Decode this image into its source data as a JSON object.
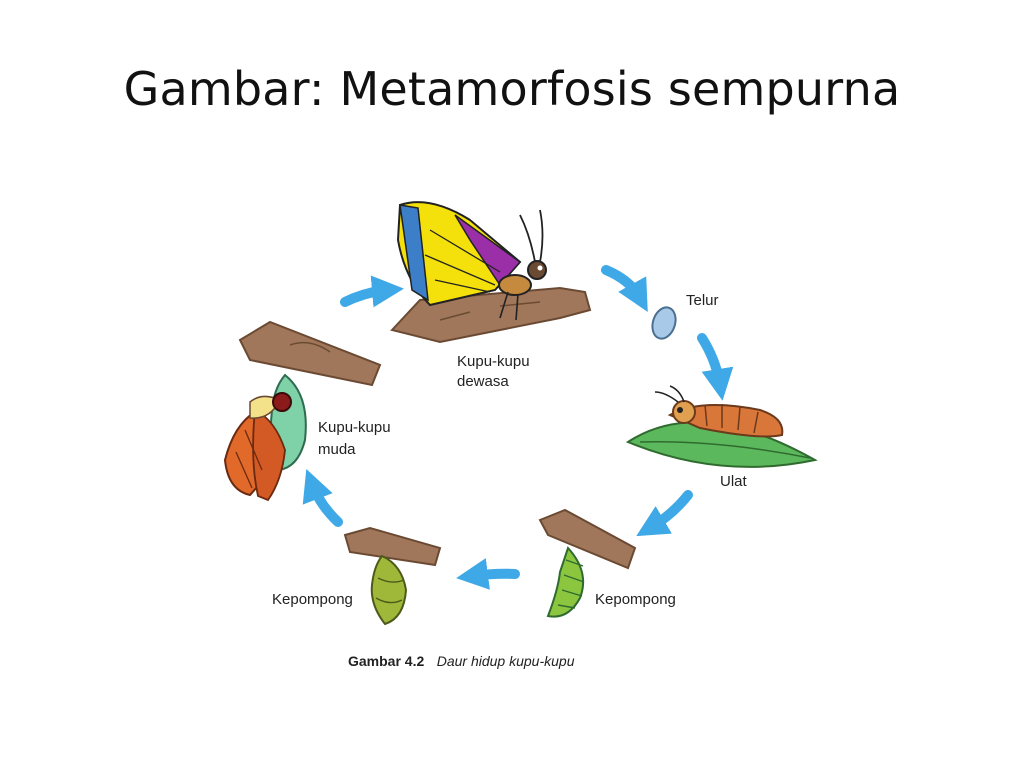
{
  "slide": {
    "title": "Gambar: Metamorfosis sempurna"
  },
  "stages": {
    "adult": {
      "label_line1": "Kupu-kupu",
      "label_line2": "dewasa"
    },
    "egg": {
      "label": "Telur"
    },
    "larva": {
      "label": "Ulat"
    },
    "pupa_green": {
      "label": "Kepompong"
    },
    "pupa_brown": {
      "label": "Kepompong"
    },
    "young": {
      "label_line1": "Kupu-kupu",
      "label_line2": "muda"
    }
  },
  "caption": {
    "number": "Gambar 4.2",
    "text": "Daur hidup kupu-kupu"
  },
  "colors": {
    "arrow": "#3ea9e6",
    "branch": "#a0775a",
    "leaf": "#5cb85c",
    "wing_yellow": "#f4e10b",
    "wing_purple": "#9a2fa8",
    "wing_blue": "#3d7ec9"
  }
}
